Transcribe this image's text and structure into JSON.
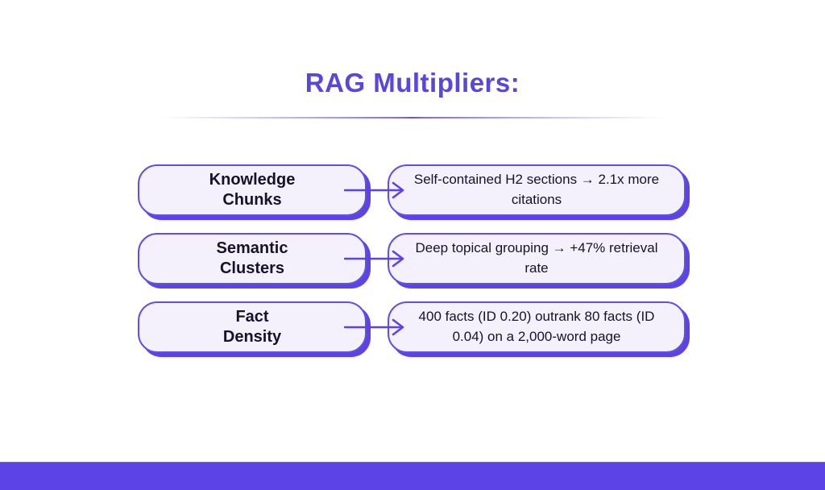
{
  "title": "RAG Multipliers:",
  "colors": {
    "accent_purple": "#5b43e8",
    "border_purple": "#6450e0",
    "title_purple": "#5847de",
    "box_fill": "#f4f1fd",
    "text_dark": "#17122b"
  },
  "rows": [
    {
      "label_top": "Knowledge",
      "label_bottom": "Chunks",
      "result": "Self-contained H2 sections → 2.1x more citations"
    },
    {
      "label_top": "Semantic",
      "label_bottom": "Clusters",
      "result": "Deep topical grouping → +47% retrieval rate"
    },
    {
      "label_top": "Fact",
      "label_bottom": "Density",
      "result": "400 facts (ID 0.20) outrank 80 facts (ID 0.04) on a 2,000-word page"
    }
  ]
}
